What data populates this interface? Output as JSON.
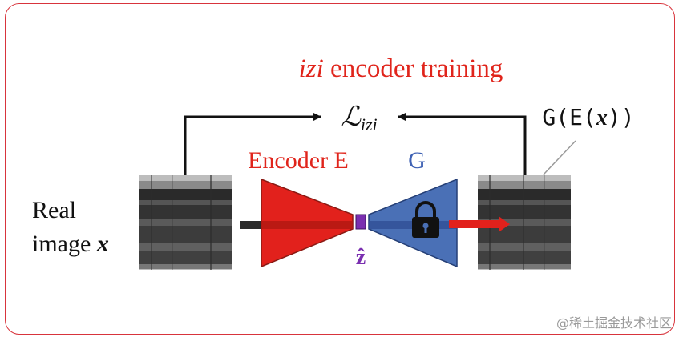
{
  "diagram": {
    "title_italic": "izi",
    "title_rest": " encoder training",
    "loss_main": "ℒ",
    "loss_sub": "izi",
    "encoder_label": "Encoder E",
    "generator_label": "G",
    "latent_label": "ẑ",
    "input_label_line1": "Real",
    "input_label_line2": "image ",
    "input_var": "x",
    "output_label_pre": "G(E(",
    "output_var": "x",
    "output_label_post": "))",
    "colors": {
      "encoder": "#e2211c",
      "generator": "#4a70b6",
      "latent": "#7a2fb0",
      "title": "#e0241b",
      "frame": "#d8343c"
    },
    "icons": [
      "lock-icon"
    ]
  },
  "watermark": "@稀土掘金技术社区"
}
